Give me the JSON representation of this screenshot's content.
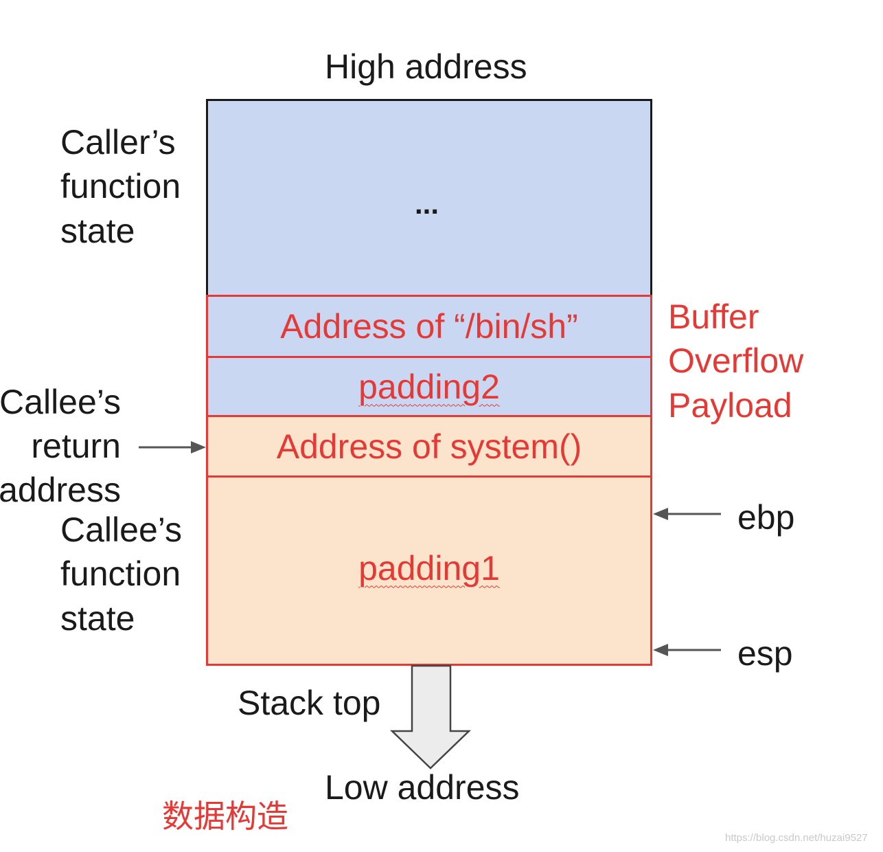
{
  "labels": {
    "high_address": "High address",
    "low_address": "Low address",
    "stack_top": "Stack top",
    "callers_state": [
      "Caller’s",
      "function",
      "state"
    ],
    "callee_return": [
      "Callee’s",
      "return",
      "address"
    ],
    "callee_state": [
      "Callee’s",
      "function",
      "state"
    ],
    "ebp": "ebp",
    "esp": "esp",
    "payload": [
      "Buffer",
      "Overflow",
      "Payload"
    ]
  },
  "stack": {
    "ellipsis": "...",
    "binsh_address": "Address of “/bin/sh”",
    "padding2": "padding2",
    "system_address": "Address of system()",
    "padding1": "padding1"
  },
  "caption": "数据构造",
  "watermark": "https://blog.csdn.net/huzai9527",
  "colors": {
    "blue_fill": "#c9d7f2",
    "peach_fill": "#fbe3cc",
    "red": "#e53935",
    "black": "#1a1a1a",
    "arrow_gray": "#555555"
  }
}
